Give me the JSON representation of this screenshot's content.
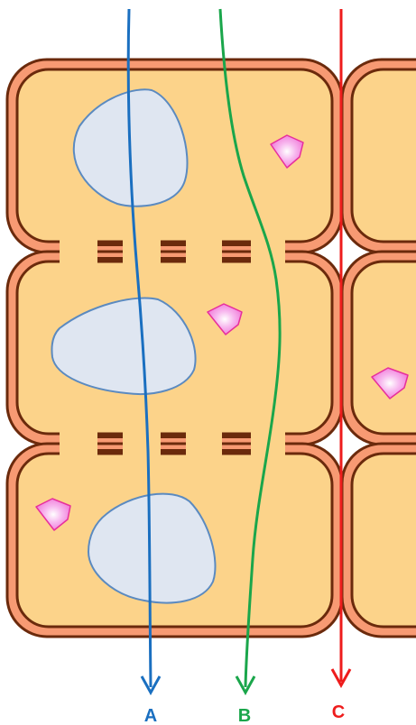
{
  "diagram": {
    "description_type": "plant-root-water-transport-pathways",
    "pathways": [
      {
        "id": "A",
        "label": "A",
        "color": "#1a6fc0"
      },
      {
        "id": "B",
        "label": "B",
        "color": "#1aa64b"
      },
      {
        "id": "C",
        "label": "C",
        "color": "#ee1c1c"
      }
    ],
    "colors": {
      "cell_wall_outer": "#6b2a0c",
      "cell_wall_fill": "#f79a73",
      "cytoplasm_fill": "#fcd38a",
      "vacuole_fill": "#dfe6f1",
      "vacuole_stroke": "#5b8ac0",
      "organelle_fill": "#f4a3ea",
      "organelle_stroke": "#e72f9c"
    }
  }
}
